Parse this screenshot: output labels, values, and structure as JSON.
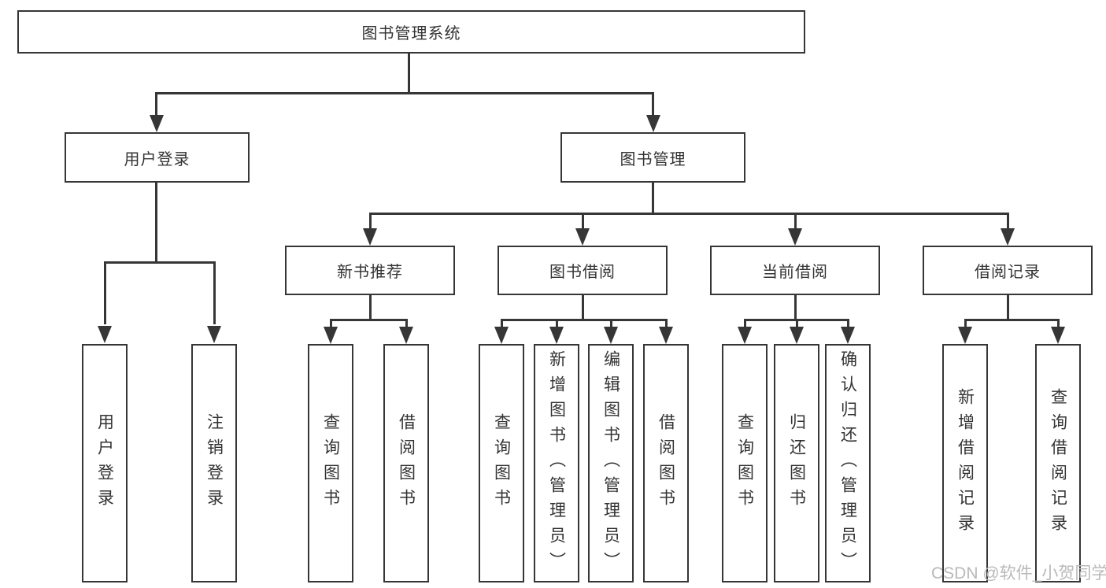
{
  "tree": {
    "root": "图书管理系统",
    "branches": [
      {
        "label": "用户登录",
        "children": [
          "用户登录",
          "注销登录"
        ]
      },
      {
        "label": "图书管理",
        "sections": [
          {
            "label": "新书推荐",
            "children": [
              "查询图书",
              "借阅图书"
            ]
          },
          {
            "label": "图书借阅",
            "children": [
              "查询图书",
              "新增图书（管理员）",
              "编辑图书（管理员）",
              "借阅图书"
            ]
          },
          {
            "label": "当前借阅",
            "children": [
              "查询图书",
              "归还图书",
              "确认归还（管理员）"
            ]
          },
          {
            "label": "借阅记录",
            "children": [
              "新增借阅记录",
              "查询借阅记录"
            ]
          }
        ]
      }
    ]
  },
  "watermark": {
    "text": "CSDN @软件_小贺同学"
  },
  "colors": {
    "line": "#363636",
    "text": "#333333",
    "bg": "#ffffff",
    "watermark": "#b9b9b9"
  }
}
